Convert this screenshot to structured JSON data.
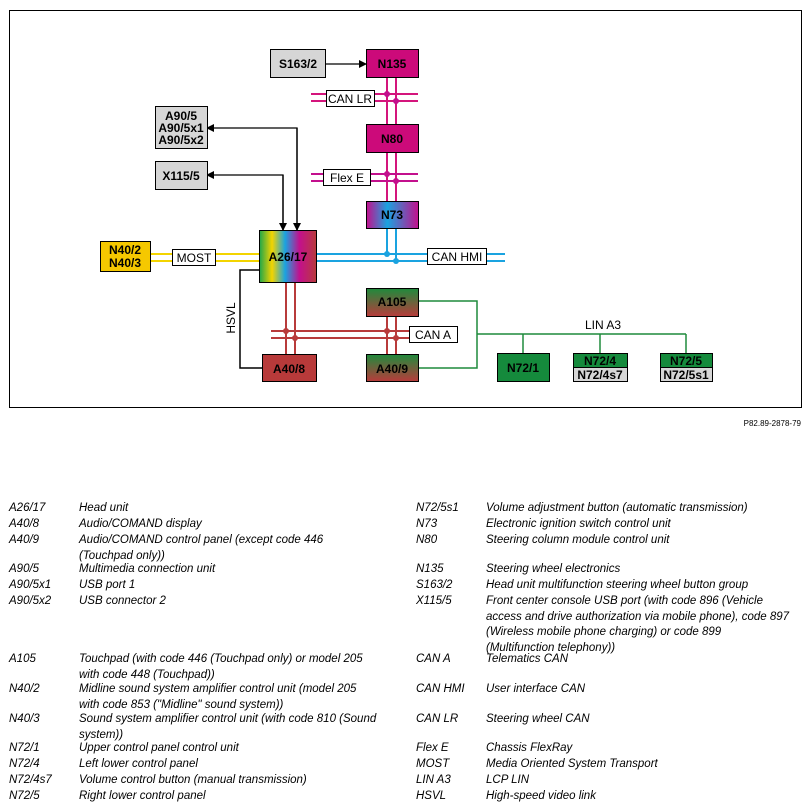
{
  "diagram": {
    "boxes": {
      "s163_2": "S163/2",
      "n135": "N135",
      "n80": "N80",
      "n73": "N73",
      "a90": [
        "A90/5",
        "A90/5x1",
        "A90/5x2"
      ],
      "x115_5": "X115/5",
      "n40": [
        "N40/2",
        "N40/3"
      ],
      "a26_17": "A26/17",
      "a105": "A105",
      "a40_9": "A40/9",
      "a40_8": "A40/8",
      "n72_1": "N72/1",
      "n72_4": [
        "N72/4",
        "N72/4s7"
      ],
      "n72_5": [
        "N72/5",
        "N72/5s1"
      ]
    },
    "tags": {
      "can_lr": "CAN LR",
      "flex_e": "Flex E",
      "most": "MOST",
      "can_hmi": "CAN HMI",
      "can_a": "CAN A",
      "lin_a3": "LIN A3",
      "hsvl": "HSVL"
    },
    "colors": {
      "can_lr": "#d4157c",
      "flex_e": "#c3108d",
      "can_hmi": "#1aa3e0",
      "most": "#f3d400",
      "can_a": "#b83b3b",
      "lin": "#1f8a3c",
      "n135": "#cc0a7a",
      "a40": "#b83a3a",
      "n72": "#158a3c",
      "n40": "#f5c800",
      "grey": "#d6d6d6"
    }
  },
  "reference": "P82.89-2878-79",
  "legend_left": [
    {
      "code": "A26/17",
      "desc": "Head unit"
    },
    {
      "code": "A40/8",
      "desc": "Audio/COMAND display"
    },
    {
      "code": "A40/9",
      "desc": "Audio/COMAND control panel (except code 446 (Touchpad only))"
    },
    {
      "code": "A90/5",
      "desc": "Multimedia connection unit"
    },
    {
      "code": "A90/5x1",
      "desc": "USB port 1"
    },
    {
      "code": "A90/5x2",
      "desc": "USB connector 2"
    },
    {
      "code": "A105",
      "desc": "Touchpad (with code 446 (Touchpad only) or model 205 with code 448 (Touchpad))"
    },
    {
      "code": "N40/2",
      "desc": "Midline sound system amplifier control unit (model 205 with code 853 (\"Midline\" sound system))"
    },
    {
      "code": "N40/3",
      "desc": "Sound system amplifier control unit (with code 810 (Sound system))"
    },
    {
      "code": "N72/1",
      "desc": "Upper control panel control unit"
    },
    {
      "code": "N72/4",
      "desc": "Left lower control panel"
    },
    {
      "code": "N72/4s7",
      "desc": "Volume control button (manual transmission)"
    },
    {
      "code": "N72/5",
      "desc": "Right lower control panel"
    }
  ],
  "legend_right": [
    {
      "code": "N72/5s1",
      "desc": "Volume adjustment button (automatic transmission)"
    },
    {
      "code": "N73",
      "desc": "Electronic ignition switch control unit"
    },
    {
      "code": "N80",
      "desc": "Steering column module control unit"
    },
    {
      "code": "N135",
      "desc": "Steering wheel electronics"
    },
    {
      "code": "S163/2",
      "desc": "Head unit multifunction steering wheel button group"
    },
    {
      "code": "X115/5",
      "desc": "Front center console USB port (with code 896 (Vehicle access and drive authorization via mobile phone), code 897 (Wireless mobile phone charging) or code 899 (Multifunction telephony))"
    },
    {
      "code": "CAN A",
      "desc": "Telematics CAN"
    },
    {
      "code": "CAN HMI",
      "desc": "User interface CAN"
    },
    {
      "code": "CAN LR",
      "desc": "Steering wheel CAN"
    },
    {
      "code": "Flex E",
      "desc": "Chassis FlexRay"
    },
    {
      "code": "MOST",
      "desc": "Media Oriented System Transport"
    },
    {
      "code": "LIN A3",
      "desc": "LCP LIN"
    },
    {
      "code": "HSVL",
      "desc": "High-speed video link"
    }
  ]
}
